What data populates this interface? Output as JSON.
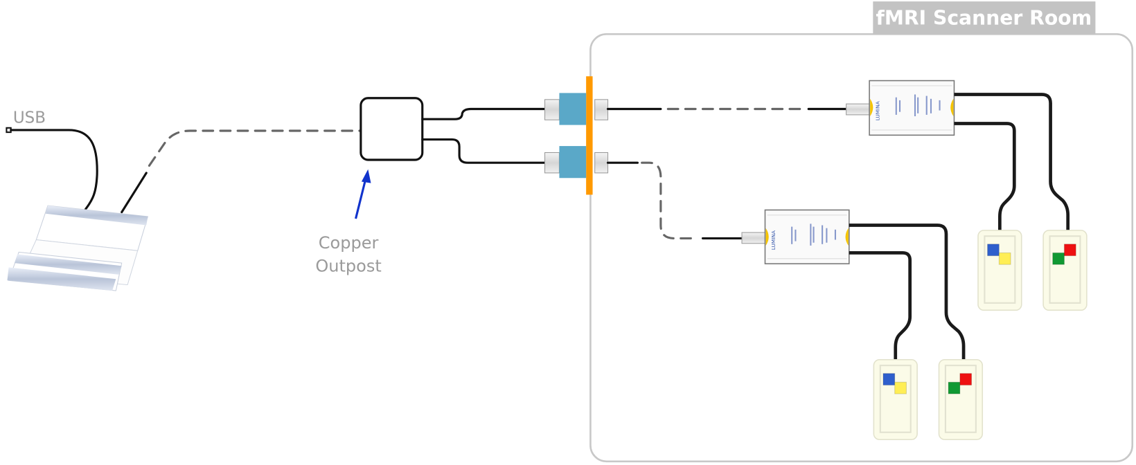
{
  "diagram": {
    "title": "fMRI Scanner Room",
    "labels": {
      "usb": "USB",
      "copper_outpost_line1": "Copper",
      "copper_outpost_line2": "Outpost",
      "lumina_brand": "LUMINA"
    },
    "colors": {
      "room_banner": "#c3c3c3",
      "room_border": "#c8c8c8",
      "penetration_panel": "#ff9900",
      "coupler": "#5aa8c8",
      "arrow": "#1133cc",
      "fiber_cable": "#666666",
      "copper_cable": "#111111",
      "button_blue": "#2f5fcc",
      "button_yellow": "#ffee55",
      "button_green": "#119933",
      "button_red": "#ee1111",
      "response_pad_body": "#fbfbe8",
      "lumina_accent": "#f5c400"
    },
    "components": [
      {
        "name": "USB connector"
      },
      {
        "name": "Lumina controller"
      },
      {
        "name": "Copper Outpost"
      },
      {
        "name": "Waveguide penetration panel",
        "couplers": 2
      },
      {
        "name": "Lumina fiber interface",
        "count": 2
      },
      {
        "name": "Response pad",
        "count": 4,
        "buttons_left": [
          "blue",
          "yellow"
        ],
        "buttons_right": [
          "green",
          "red"
        ]
      }
    ]
  }
}
